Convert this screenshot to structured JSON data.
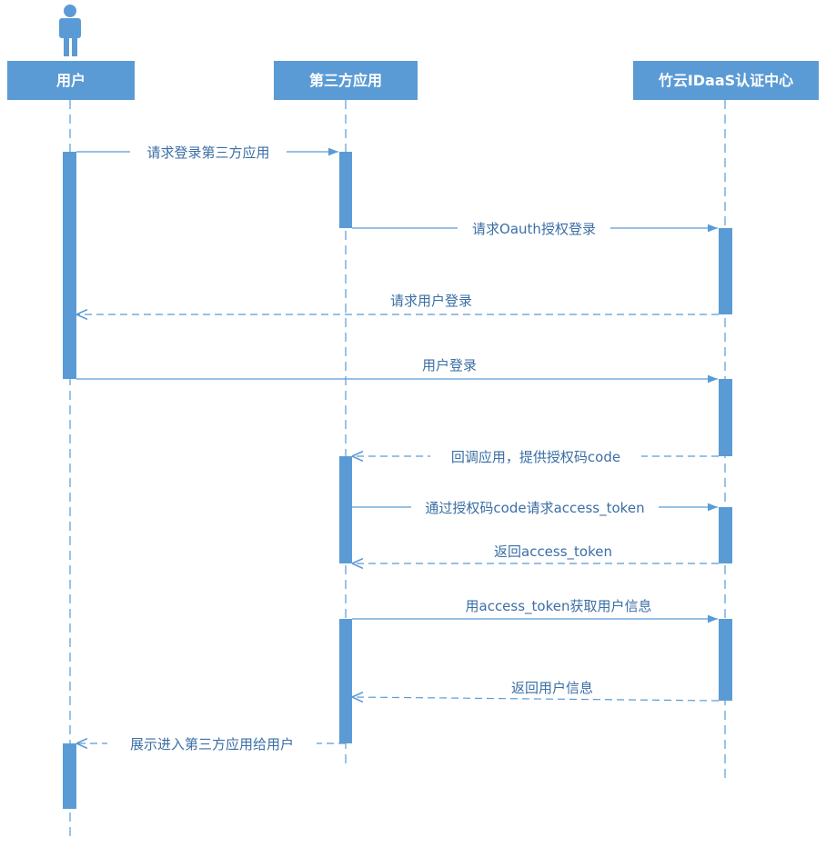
{
  "colors": {
    "accent": "#5b9bd5",
    "label_text": "#3a6ea5"
  },
  "actor_icon": "person-icon",
  "participants": [
    {
      "id": "user",
      "label": "用户"
    },
    {
      "id": "app",
      "label": "第三方应用"
    },
    {
      "id": "idaas",
      "label": "竹云IDaaS认证中心"
    }
  ],
  "messages": [
    {
      "from": "user",
      "to": "app",
      "style": "solid",
      "label": "请求登录第三方应用"
    },
    {
      "from": "app",
      "to": "idaas",
      "style": "solid",
      "label": "请求Oauth授权登录"
    },
    {
      "from": "idaas",
      "to": "user",
      "style": "dashed",
      "label": "请求用户登录"
    },
    {
      "from": "user",
      "to": "idaas",
      "style": "solid",
      "label": "用户登录"
    },
    {
      "from": "idaas",
      "to": "app",
      "style": "dashed",
      "label": "回调应用，提供授权码code"
    },
    {
      "from": "app",
      "to": "idaas",
      "style": "solid",
      "label": "通过授权码code请求access_token"
    },
    {
      "from": "idaas",
      "to": "app",
      "style": "dashed",
      "label": "返回access_token"
    },
    {
      "from": "app",
      "to": "idaas",
      "style": "solid",
      "label": "用access_token获取用户信息"
    },
    {
      "from": "idaas",
      "to": "app",
      "style": "dashed",
      "label": "返回用户信息"
    },
    {
      "from": "app",
      "to": "user",
      "style": "dashed",
      "label": "展示进入第三方应用给用户"
    }
  ]
}
